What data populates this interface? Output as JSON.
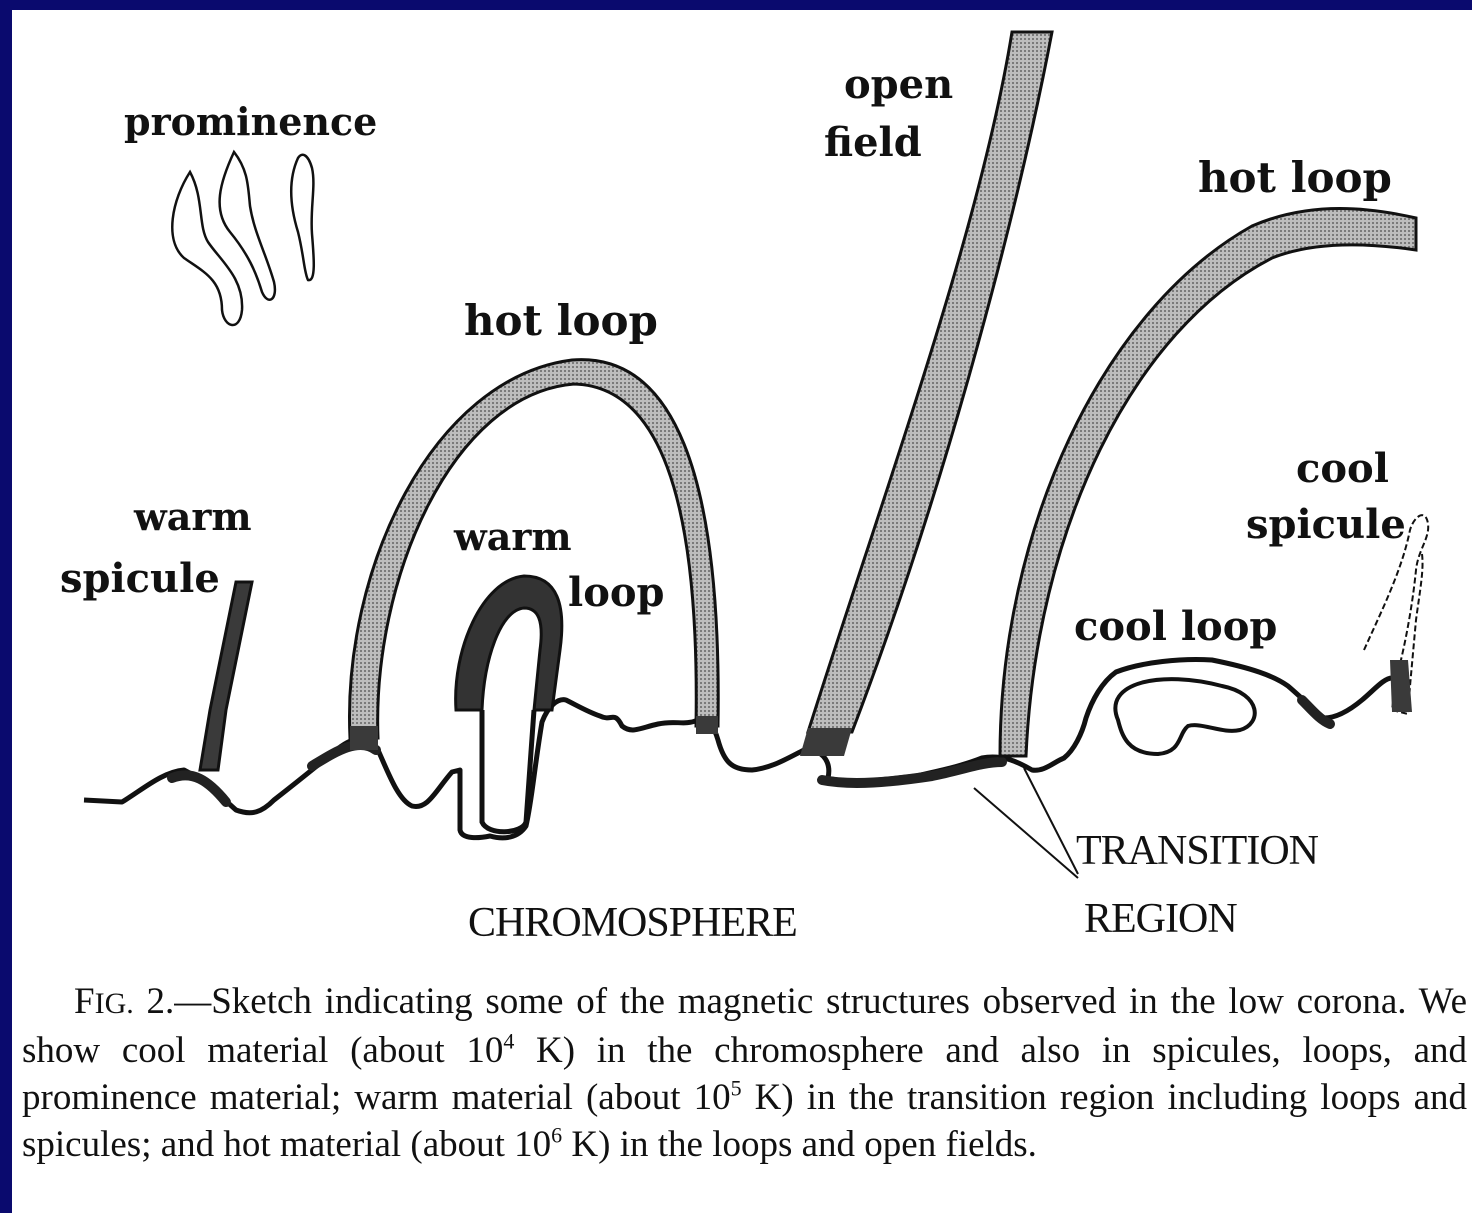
{
  "labels": {
    "prominence": "prominence",
    "open_field_1": "open",
    "open_field_2": "field",
    "hot_loop_left": "hot loop",
    "hot_loop_right": "hot loop",
    "warm_spicule_1": "warm",
    "warm_spicule_2": "spicule",
    "warm_loop_1": "warm",
    "warm_loop_2": "loop",
    "cool_spicule_1": "cool",
    "cool_spicule_2": "spicule",
    "cool_loop": "cool loop",
    "chromosphere": "CHROMOSPHERE",
    "transition_1": "TRANSITION",
    "transition_2": "REGION"
  },
  "caption": {
    "fig_prefix": "F",
    "fig_prefix_small": "IG.",
    "fig_number": "2.",
    "part1": "—Sketch indicating some of the magnetic structures observed in the low corona. We show cool material (about 10",
    "exp1": "4",
    "part2": " K) in the chromosphere and also in spicules, loops, and prominence material; warm material (about 10",
    "exp2": "5",
    "part3": " K) in the transition region including loops and spicules; and hot material (about 10",
    "exp3": "6",
    "part4": " K) in the loops and open fields."
  },
  "colors": {
    "background_border": "#0a0a6e",
    "hot_fill": "#a8a8a8",
    "warm_fill": "#3a3a3a",
    "line": "#111111"
  }
}
